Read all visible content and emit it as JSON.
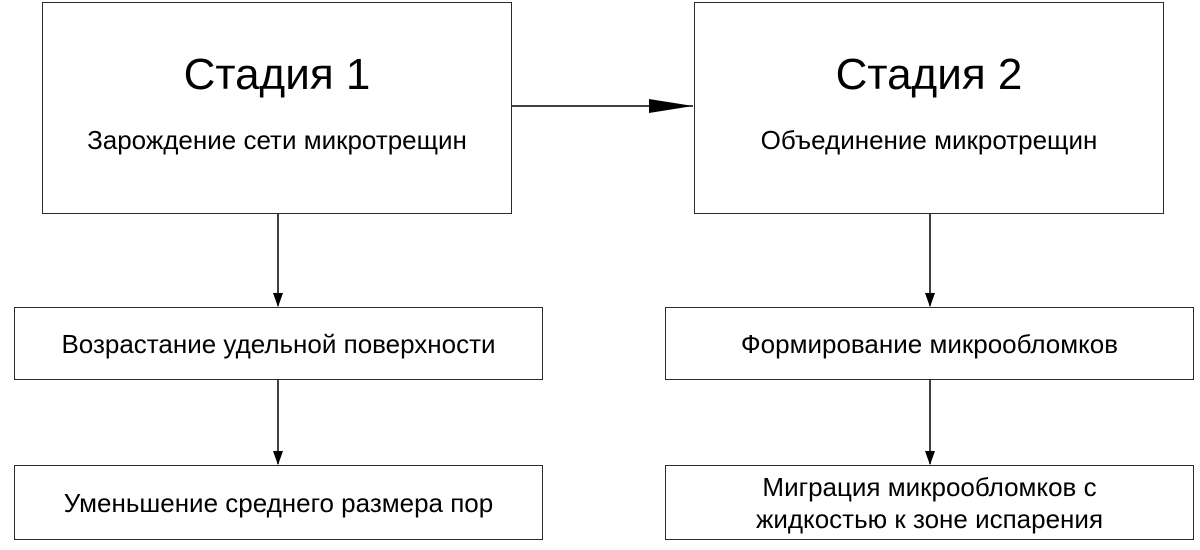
{
  "stage1": {
    "title": "Стадия 1",
    "subtitle": "Зарождение сети микротрещин"
  },
  "stage2": {
    "title": "Стадия 2",
    "subtitle": "Объединение микротрещин"
  },
  "left_boxes": [
    "Возрастание удельной поверхности",
    "Уменьшение среднего размера пор"
  ],
  "right_boxes": [
    "Формирование микрообломков",
    "Миграция микрообломков с\nжидкостью к зоне испарения"
  ],
  "colors": {
    "stroke": "#2a2a2a",
    "text": "#000000",
    "background": "#ffffff"
  }
}
